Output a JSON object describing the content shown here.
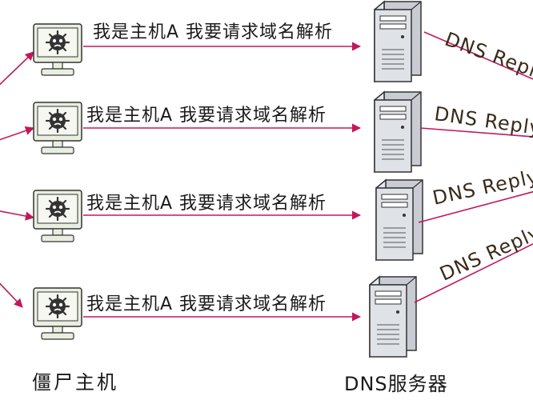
{
  "rows": [
    {
      "request_text": "我是主机A  我要请求域名解析",
      "reply_text": "DNS Reply"
    },
    {
      "request_text": "我是主机A  我要请求域名解析",
      "reply_text": "DNS Reply"
    },
    {
      "request_text": "我是主机A  我要请求域名解析",
      "reply_text": "DNS Reply"
    },
    {
      "request_text": "我是主机A  我要请求域名解析",
      "reply_text": "DNS Reply"
    }
  ],
  "labels": {
    "zombie_hosts": "僵尸主机",
    "dns_servers": "DNS服务器"
  },
  "colors": {
    "arrow": "#c2185b",
    "monitor_frame": "#9aaa82",
    "screen": "#2f2f2f",
    "server_body": "#c9ccd3",
    "outline": "#333333"
  },
  "icons": {
    "host": "zombie-computer-icon",
    "server": "server-tower-icon"
  }
}
